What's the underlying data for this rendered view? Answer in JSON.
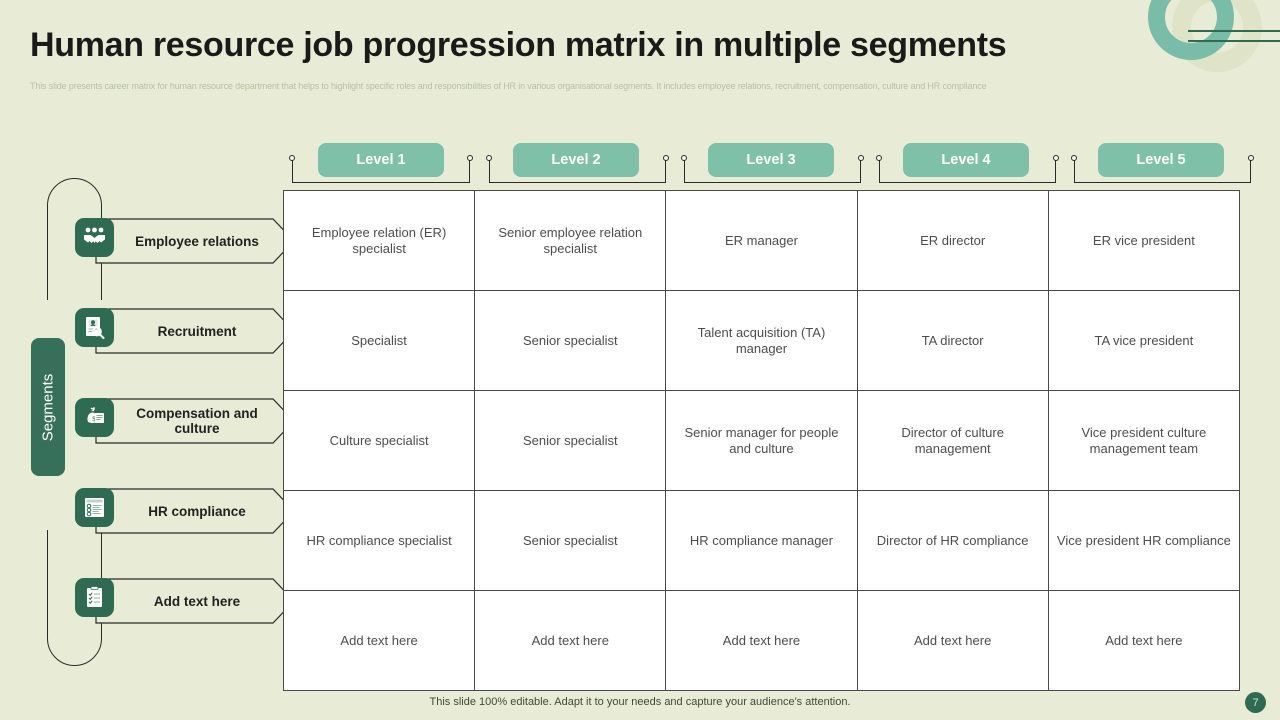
{
  "header": {
    "title": "Human resource job progression matrix in multiple segments",
    "subtitle": "This slide presents career matrix for human resource department that helps to highlight specific roles and responsibilities of HR in various organisational segments. It includes employee relations, recruitment, compensation, culture and HR compliance"
  },
  "sidebar": {
    "axis_label": "Segments",
    "segments": [
      {
        "label": "Employee relations",
        "icon": "team-handshake-icon"
      },
      {
        "label": "Recruitment",
        "icon": "resume-search-icon"
      },
      {
        "label": "Compensation and culture",
        "icon": "money-bag-document-icon"
      },
      {
        "label": "HR compliance",
        "icon": "checklist-document-icon"
      },
      {
        "label": "Add text here",
        "icon": "clipboard-checklist-icon"
      }
    ]
  },
  "matrix": {
    "columns": [
      "Level 1",
      "Level 2",
      "Level 3",
      "Level 4",
      "Level 5"
    ],
    "rows": [
      {
        "segment": "Employee relations",
        "cells": [
          "Employee relation (ER) specialist",
          "Senior employee relation specialist",
          "ER manager",
          "ER director",
          "ER vice president"
        ]
      },
      {
        "segment": "Recruitment",
        "cells": [
          "Specialist",
          "Senior specialist",
          "Talent acquisition (TA) manager",
          "TA director",
          "TA vice president"
        ]
      },
      {
        "segment": "Compensation and culture",
        "cells": [
          "Culture specialist",
          "Senior specialist",
          "Senior manager for people and culture",
          "Director of culture management",
          "Vice president culture management team"
        ]
      },
      {
        "segment": "HR compliance",
        "cells": [
          "HR compliance specialist",
          "Senior specialist",
          "HR compliance manager",
          "Director of HR compliance",
          "Vice president HR compliance"
        ]
      },
      {
        "segment": "Add text here",
        "cells": [
          "Add text here",
          "Add text here",
          "Add text here",
          "Add text here",
          "Add text here"
        ]
      }
    ]
  },
  "footer": {
    "note": "This slide 100% editable. Adapt it to your needs and capture your audience's attention.",
    "page_number": "7"
  },
  "colors": {
    "background": "#e8ecd7",
    "level_pill": "#7fc0a9",
    "dark_green": "#2f6b52",
    "segments_pill": "#37705a",
    "cell_text": "#4d4d4d",
    "subtitle": "#b9c0a2"
  }
}
